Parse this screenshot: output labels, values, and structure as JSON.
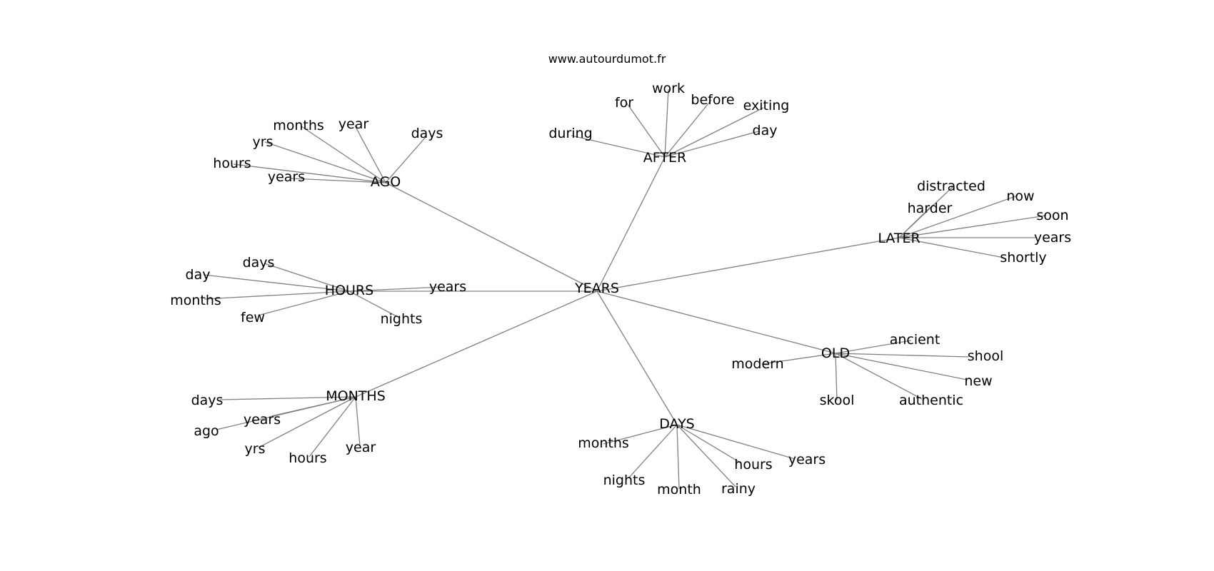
{
  "site": "www.autourdumot.fr",
  "edge_color": "#808080",
  "text_color": "#000000",
  "center": "YEARS",
  "hubs": [
    {
      "label": "AGO",
      "leaves": [
        "months",
        "year",
        "days",
        "yrs",
        "hours",
        "years"
      ]
    },
    {
      "label": "AFTER",
      "leaves": [
        "for",
        "work",
        "before",
        "exiting",
        "during",
        "day"
      ]
    },
    {
      "label": "LATER",
      "leaves": [
        "distracted",
        "now",
        "harder",
        "soon",
        "years",
        "shortly"
      ]
    },
    {
      "label": "HOURS",
      "leaves": [
        "days",
        "day",
        "years",
        "months",
        "few",
        "nights"
      ]
    },
    {
      "label": "OLD",
      "leaves": [
        "ancient",
        "modern",
        "shool",
        "new",
        "skool",
        "authentic"
      ]
    },
    {
      "label": "MONTHS",
      "leaves": [
        "days",
        "years",
        "ago",
        "yrs",
        "hours",
        "year"
      ]
    },
    {
      "label": "DAYS",
      "leaves": [
        "months",
        "years",
        "hours",
        "nights",
        "month",
        "rainy"
      ]
    }
  ]
}
